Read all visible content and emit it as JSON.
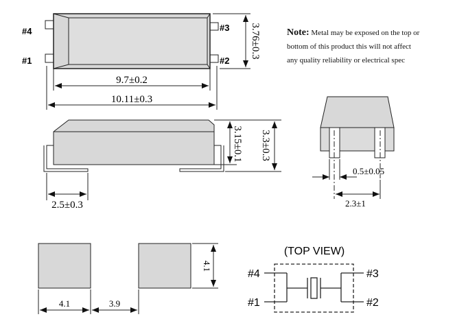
{
  "note": {
    "label": "Note:",
    "line1": "Metal may be exposed on the top or",
    "line2": "bottom of this product this will not affect",
    "line3": "any quality reliability or electrical spec"
  },
  "top_view": {
    "pins": {
      "p1": "#1",
      "p2": "#2",
      "p3": "#3",
      "p4": "#4"
    },
    "dim_height": "3.76±0.3",
    "dim_body_length": "9.7±0.2",
    "dim_total_length": "10.11±0.3"
  },
  "side_view": {
    "dim_body_height": "3.15±0.1",
    "dim_total_height": "3.3±0.3",
    "dim_lead_length": "2.5±0.3"
  },
  "end_view": {
    "dim_lead_width": "0.5±0.05",
    "dim_lead_pitch": "2.3±1"
  },
  "land_pattern": {
    "pad_width": "4.1",
    "pad_gap": "3.9",
    "pad_height": "4.1"
  },
  "schematic": {
    "title": "(TOP VIEW)",
    "pins": {
      "p1": "#1",
      "p2": "#2",
      "p3": "#3",
      "p4": "#4"
    }
  },
  "colors": {
    "body": "#dcdcdc",
    "line": "#222222"
  }
}
